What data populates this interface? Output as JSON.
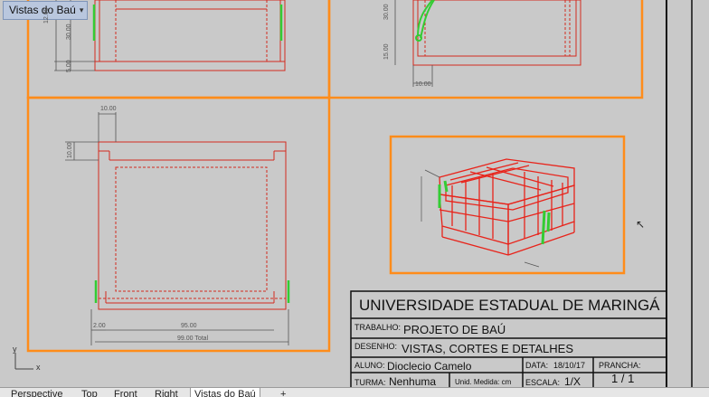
{
  "viewport": {
    "name": "Vistas do Baú",
    "menu_caret": "▾"
  },
  "dimensions": {
    "top_view_a": "12.00",
    "top_view_b": "30.00",
    "top_view_c": "5.00",
    "right_view_a": "30.00",
    "right_view_b": "15.00",
    "right_view_c": "10.00",
    "front_view_top": "10.00",
    "front_view_side": "10.00",
    "front_view_inner_width": "95.00",
    "front_view_total": "99.00 Total",
    "front_view_left": "2.00"
  },
  "title_block": {
    "university": "UNIVERSIDADE ESTADUAL DE MARINGÁ",
    "trabalho_label": "TRABALHO:",
    "trabalho_value": "PROJETO DE BAÚ",
    "desenho_label": "DESENHO:",
    "desenho_value": "VISTAS, CORTES E DETALHES",
    "aluno_label": "ALUNO:",
    "aluno_value": "Dioclecio Camelo",
    "data_label": "DATA:",
    "data_value": "18/10/17",
    "prancha_label": "PRANCHA:",
    "prancha_value": "1 / 1",
    "turma_label": "TURMA:",
    "turma_value": "Nenhuma",
    "unid_label": "Unid. Medida: cm",
    "escala_label": "ESCALA:",
    "escala_value": "1/X"
  },
  "axes": {
    "x": "x",
    "y": "y"
  },
  "tabs": [
    "Perspective",
    "Top",
    "Front",
    "Right",
    "Vistas do Baú"
  ],
  "tab_add": "+",
  "colors": {
    "background": "#c9c9c9",
    "frame": "#ff8c1a",
    "model": "#e8231a",
    "hardware": "#33cc33",
    "dimension": "#555555"
  }
}
